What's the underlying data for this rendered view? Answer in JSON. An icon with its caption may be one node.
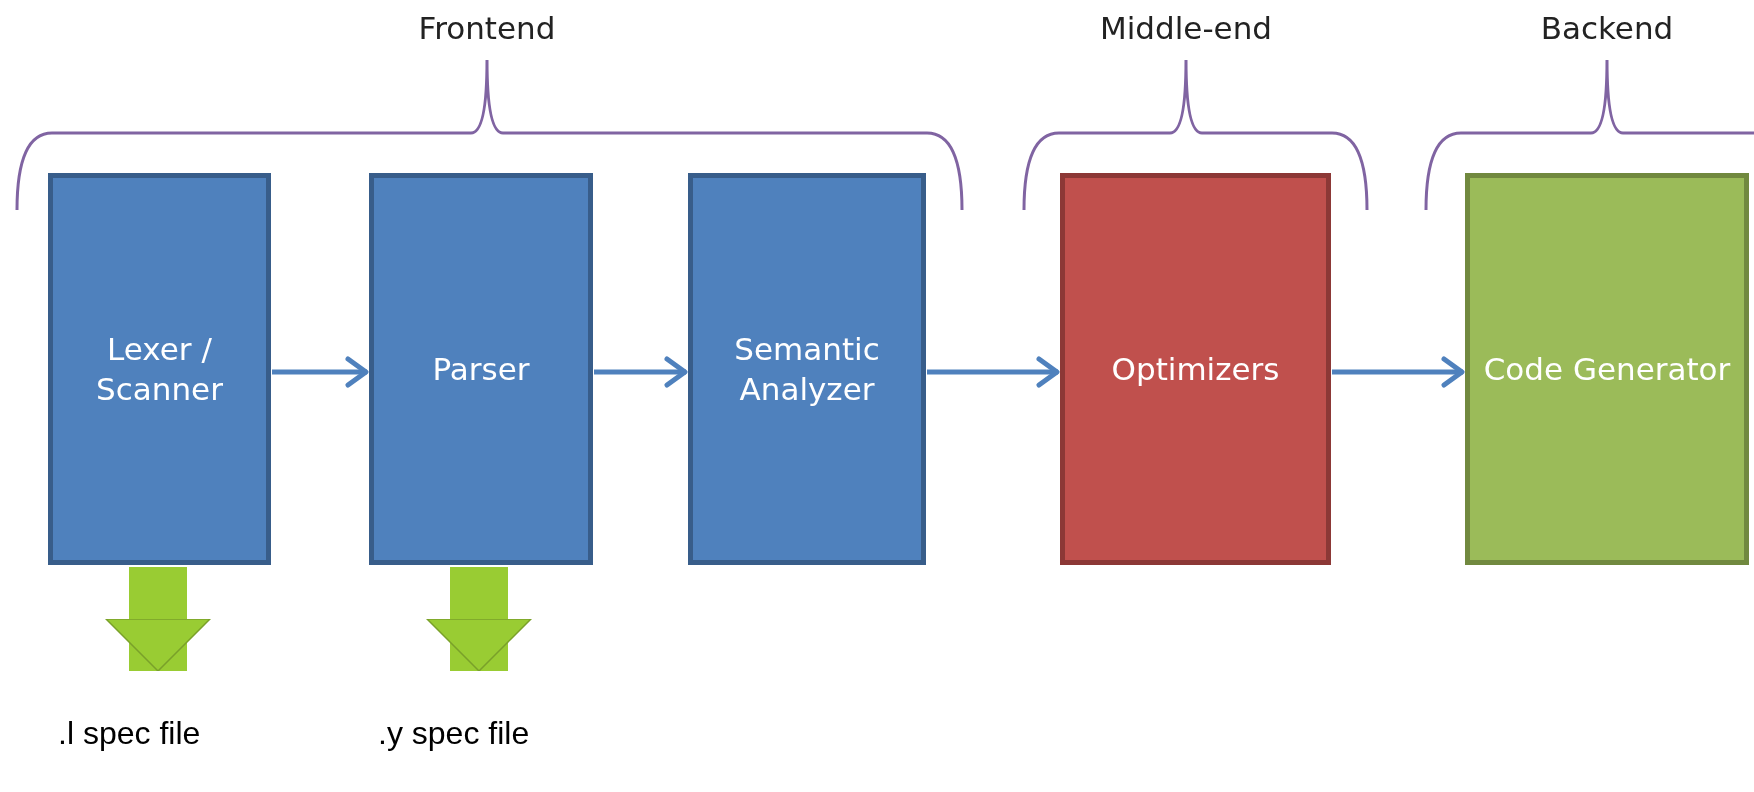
{
  "diagram": {
    "nodes": [
      {
        "text": [
          "Lexer / Scanner"
        ]
      },
      {
        "text": [
          "Parser"
        ]
      },
      {
        "text": [
          "Semantic Analyzer"
        ]
      },
      {
        "text": [
          "Optimizers"
        ]
      },
      {
        "text": [
          "Code Generator"
        ]
      },
      {
        "text": [
          ".l spec file"
        ]
      },
      {
        "text": [
          ".y spec file"
        ]
      }
    ],
    "edges": [
      {
        "from": 0,
        "to": 1,
        "arrow": "to"
      },
      {
        "from": 1,
        "to": 2,
        "arrow": "to"
      },
      {
        "from": 2,
        "to": 3,
        "arrow": "to"
      },
      {
        "from": 3,
        "to": 4,
        "arrow": "to"
      },
      {
        "from": 0,
        "to": 5,
        "arrow": "to",
        "style": "thick",
        "color": "#99cc33"
      },
      {
        "from": 1,
        "to": 6,
        "arrow": "to",
        "style": "thick",
        "color": "#99cc33"
      }
    ],
    "labels": [
      "Frontend",
      "Middle-end",
      "Backend"
    ]
  }
}
